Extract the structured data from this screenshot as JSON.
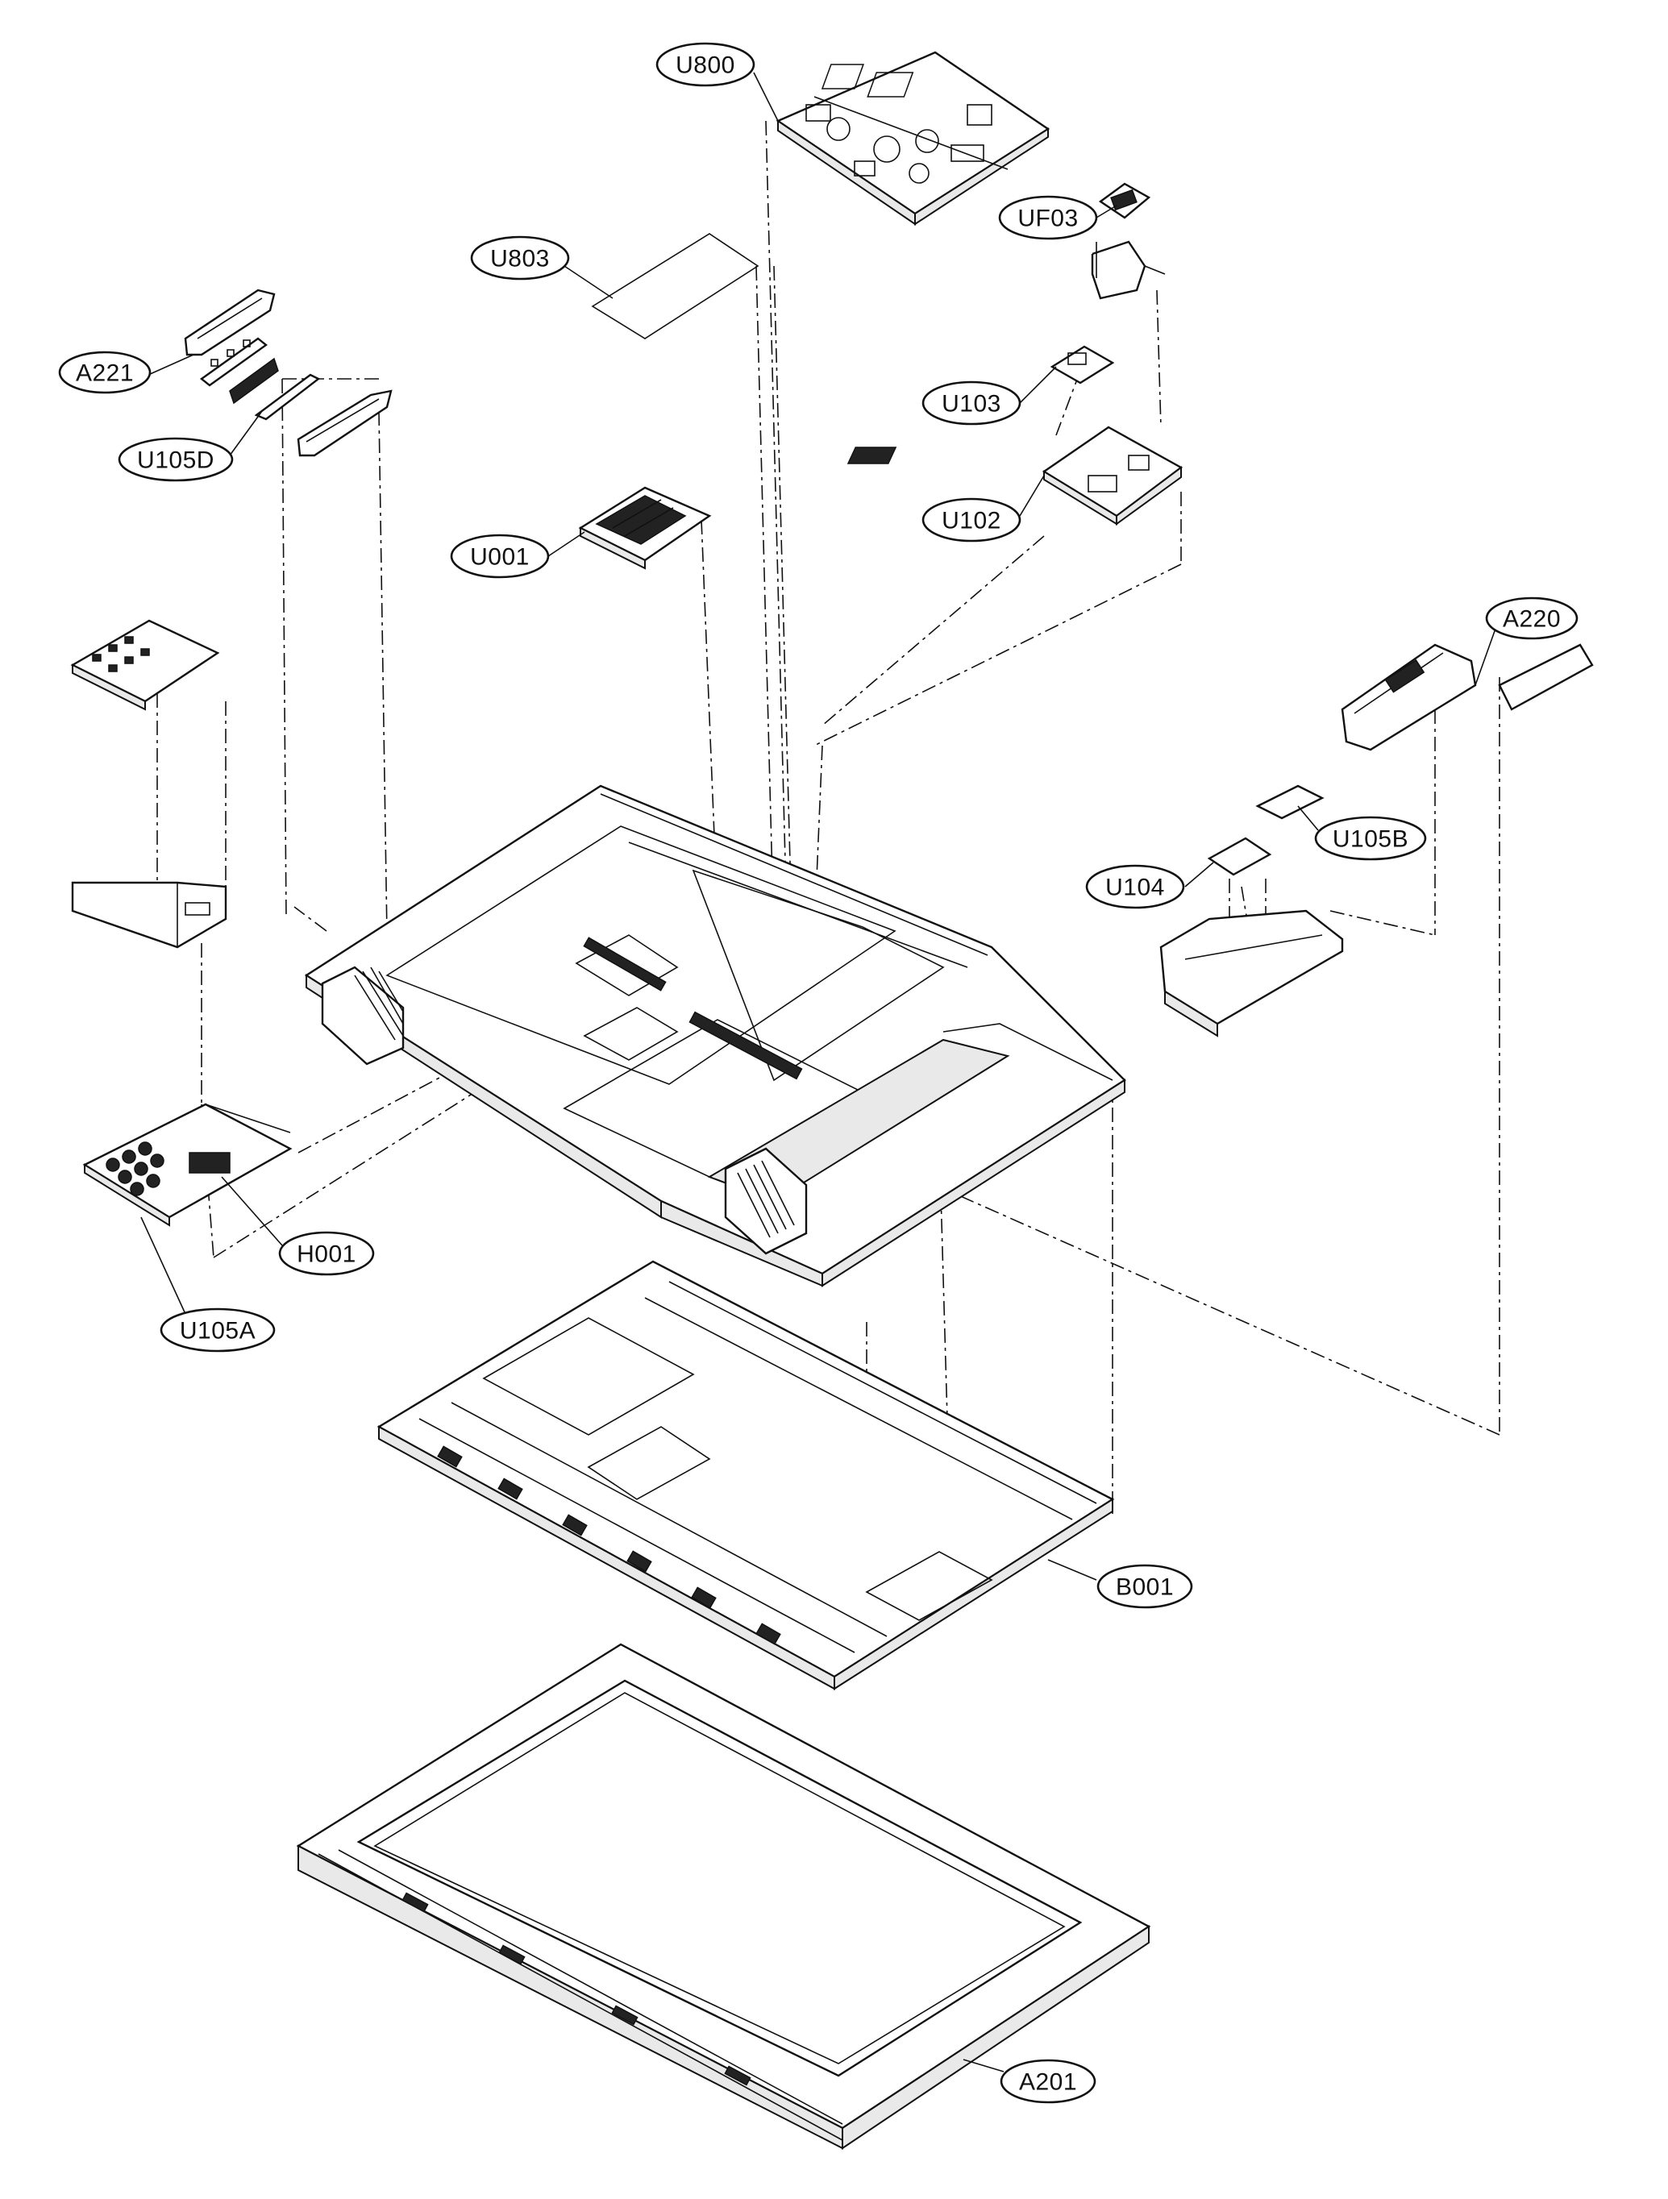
{
  "callouts": {
    "u800": "U800",
    "uf03": "UF03",
    "u803": "U803",
    "a221": "A221",
    "u105d": "U105D",
    "u103": "U103",
    "u102": "U102",
    "u001": "U001",
    "a220": "A220",
    "u105b": "U105B",
    "u104": "U104",
    "h001": "H001",
    "u105a": "U105A",
    "b001": "B001",
    "a201": "A201"
  }
}
